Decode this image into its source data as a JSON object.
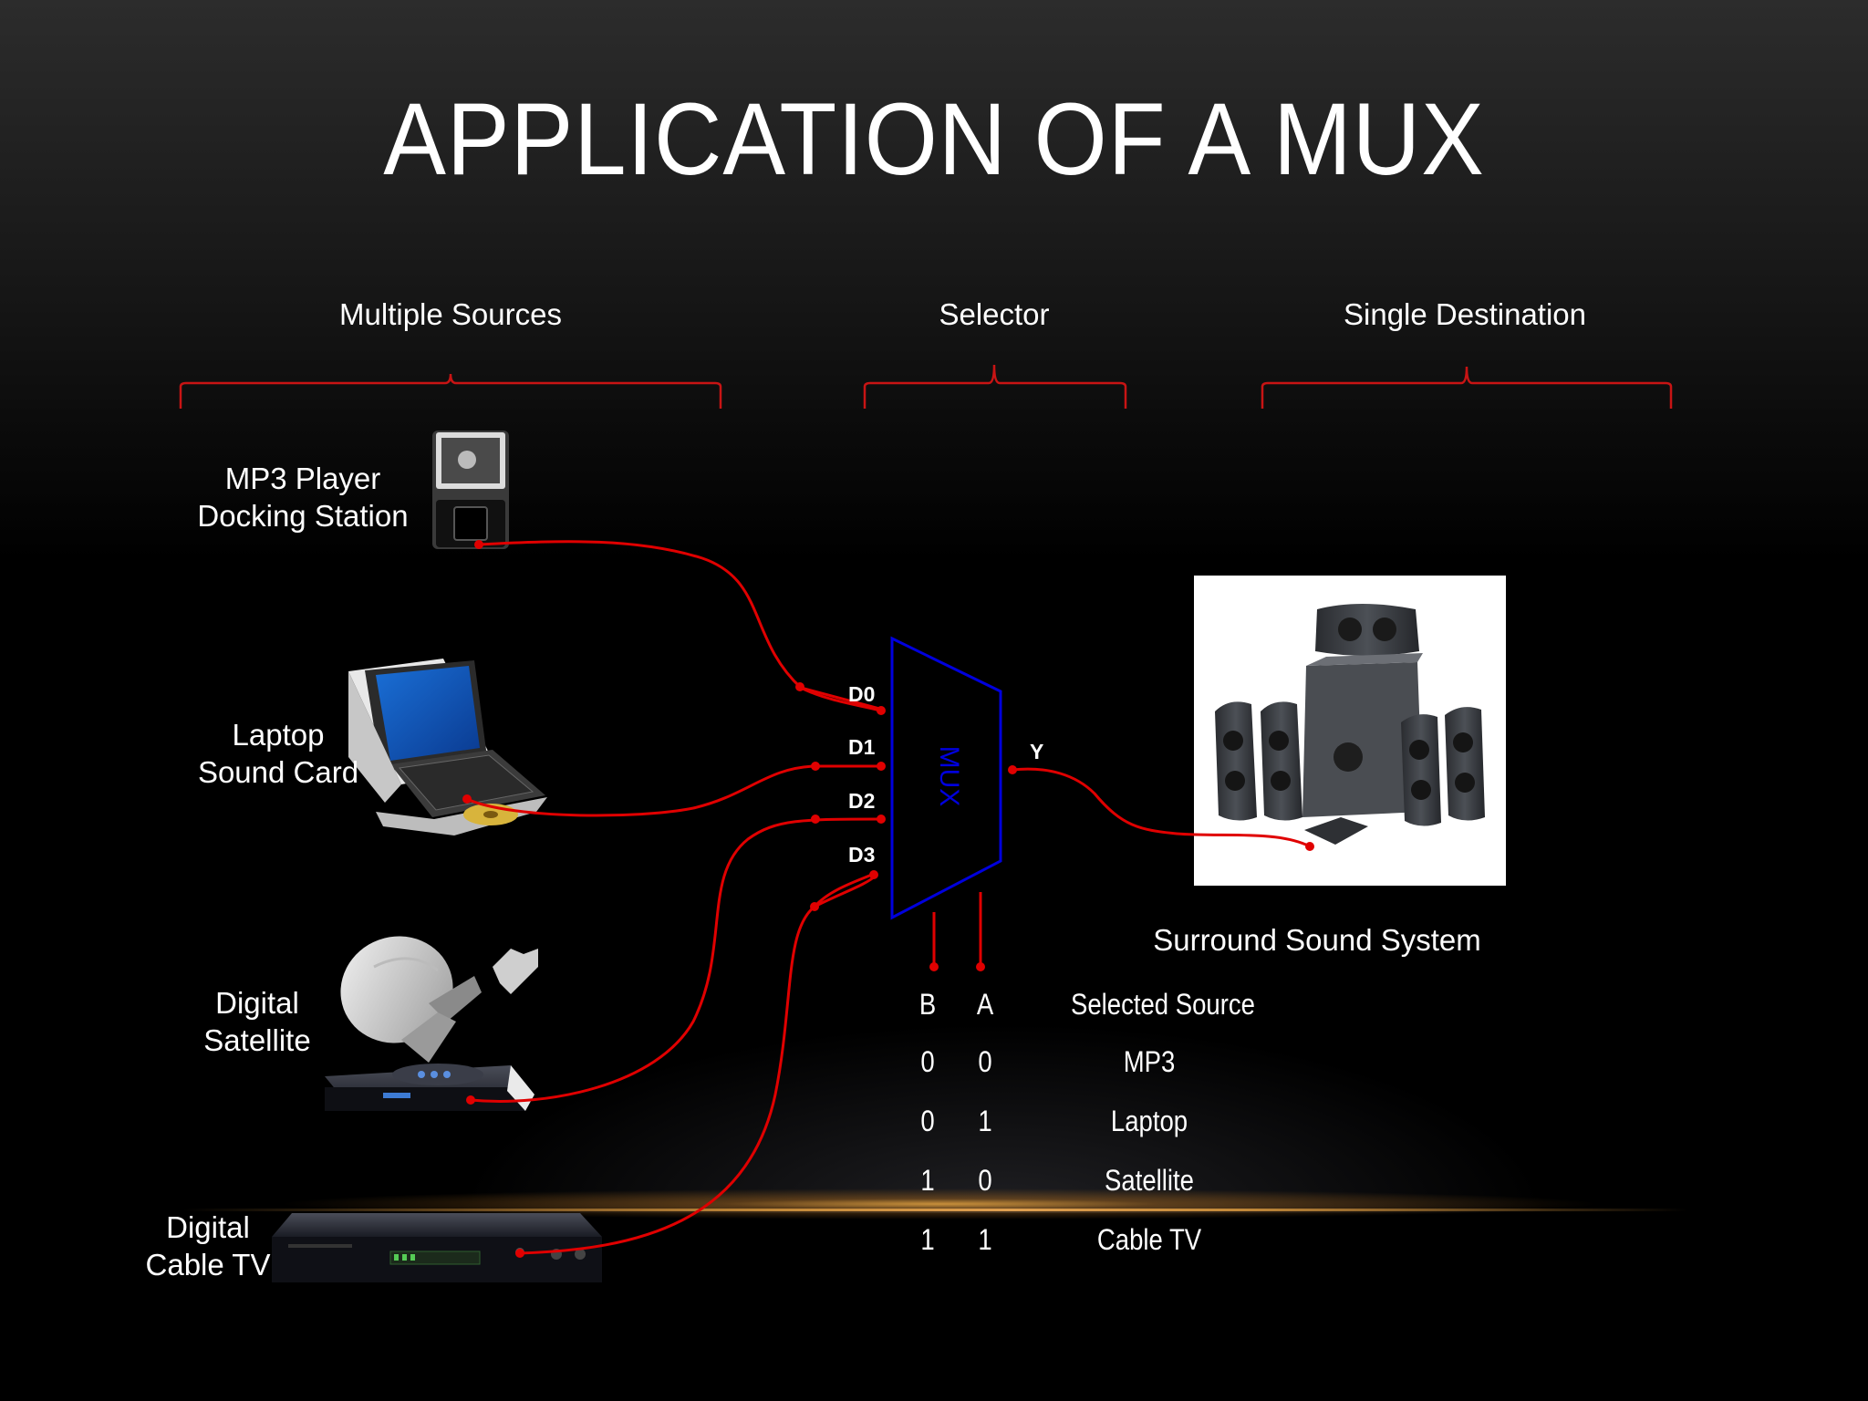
{
  "slide": {
    "title": "APPLICATION OF A MUX",
    "sections": {
      "sources": "Multiple Sources",
      "selector": "Selector",
      "destination": "Single Destination"
    },
    "devices": {
      "mp3": [
        "MP3 Player",
        "Docking Station"
      ],
      "laptop": [
        "Laptop",
        "Sound Card"
      ],
      "satellite": [
        "Digital",
        "Satellite"
      ],
      "cable": [
        "Digital",
        "Cable TV"
      ],
      "speaker": "Surround Sound System"
    },
    "mux": {
      "label": "MUX",
      "inputs": [
        "D0",
        "D1",
        "D2",
        "D3"
      ],
      "output": "Y"
    },
    "truth_table": {
      "headers": [
        "B",
        "A",
        "Selected Source"
      ],
      "rows": [
        [
          "0",
          "0",
          "MP3"
        ],
        [
          "0",
          "1",
          "Laptop"
        ],
        [
          "1",
          "0",
          "Satellite"
        ],
        [
          "1",
          "1",
          "Cable TV"
        ]
      ]
    }
  },
  "colors": {
    "wire": "#e00000",
    "bracket": "#c81414",
    "mux_outline": "#0000dd",
    "text": "#ffffff"
  },
  "icons": [
    "mp3-dock-icon",
    "laptop-icon",
    "satellite-dish-icon",
    "cable-box-icon",
    "surround-speakers-icon"
  ]
}
